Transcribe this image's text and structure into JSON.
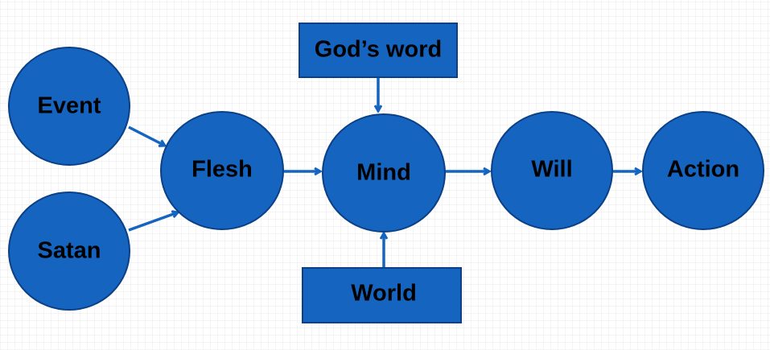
{
  "diagram": {
    "nodes": {
      "event": {
        "label": "Event"
      },
      "satan": {
        "label": "Satan"
      },
      "flesh": {
        "label": "Flesh"
      },
      "mind": {
        "label": "Mind"
      },
      "will": {
        "label": "Will"
      },
      "action": {
        "label": "Action"
      },
      "gods_word": {
        "label": "God’s word"
      },
      "world": {
        "label": "World"
      }
    },
    "edges": [
      {
        "from": "Event",
        "to": "Flesh"
      },
      {
        "from": "Satan",
        "to": "Flesh"
      },
      {
        "from": "Flesh",
        "to": "Mind"
      },
      {
        "from": "God’s word",
        "to": "Mind"
      },
      {
        "from": "World",
        "to": "Mind"
      },
      {
        "from": "Mind",
        "to": "Will"
      },
      {
        "from": "Will",
        "to": "Action"
      }
    ],
    "colors": {
      "node_fill": "#1565c0",
      "node_stroke": "#0b3f86",
      "arrow": "#1565c0",
      "label": "#000000",
      "background": "#ffffff"
    }
  }
}
